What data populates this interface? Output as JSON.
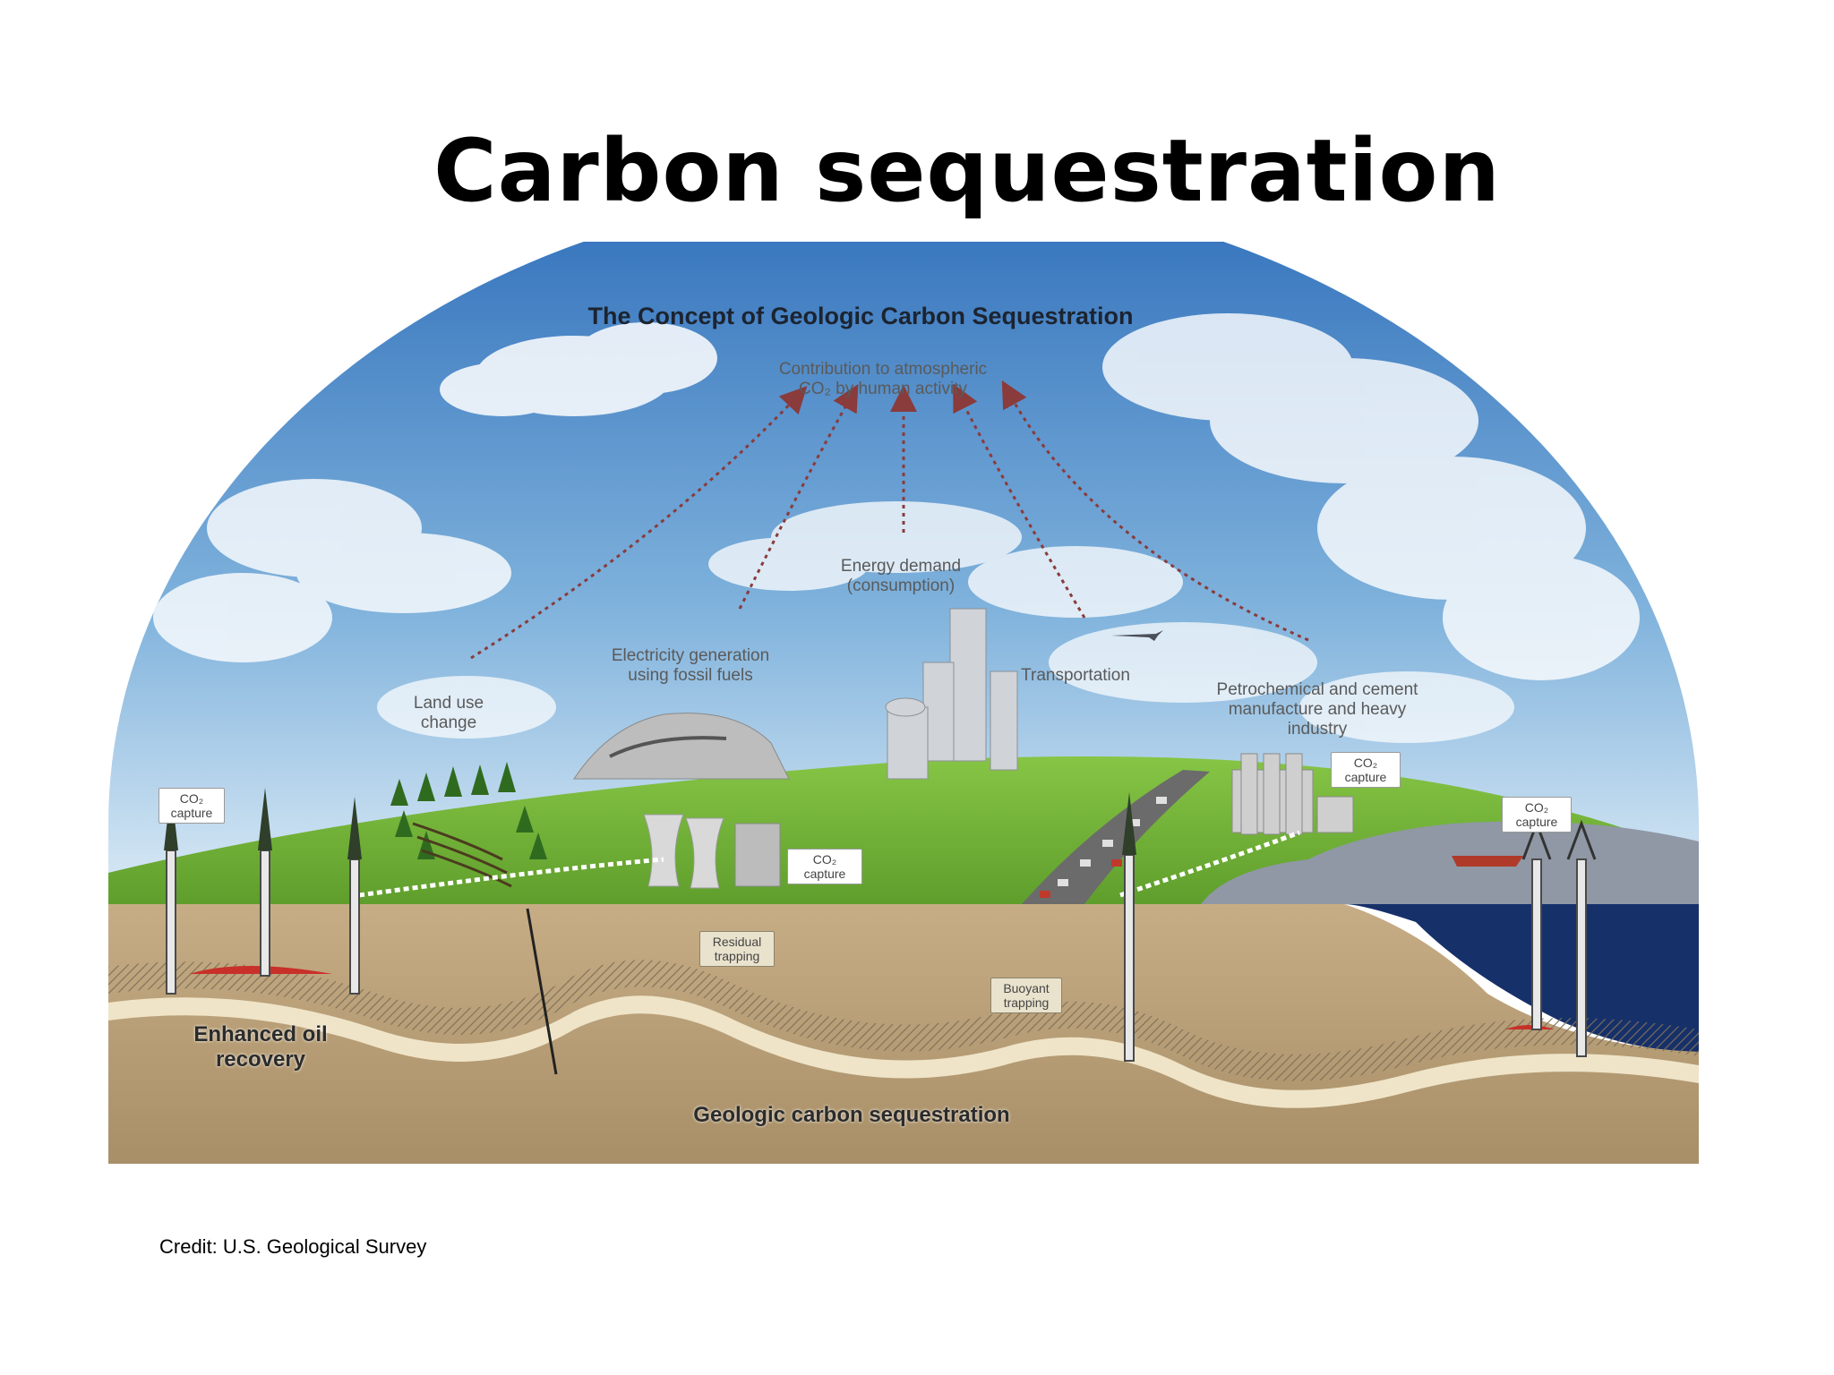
{
  "slide": {
    "title": "Carbon sequestration",
    "credit": "Credit: U.S. Geological Survey"
  },
  "figure": {
    "title": "The Concept of Geologic Carbon Sequestration",
    "atmosphere_label": "Contribution to atmospheric CO₂ by human activity",
    "sources": {
      "land_use": "Land use change",
      "electricity": "Electricity generation using fossil fuels",
      "energy_demand": "Energy demand (consumption)",
      "transportation": "Transportation",
      "industry": "Petrochemical and cement manufacture and heavy industry"
    },
    "capture_tags": {
      "left": "CO₂ capture",
      "power_plant": "CO₂ capture",
      "industry": "CO₂ capture",
      "offshore": "CO₂ capture"
    },
    "trapping": {
      "residual": "Residual trapping",
      "buoyant": "Buoyant trapping"
    },
    "enhanced_oil": "Enhanced oil recovery",
    "geologic": "Geologic carbon sequestration"
  },
  "colors": {
    "sky_top": "#3f7fc2",
    "sky_bottom": "#d8e9f5",
    "grass": "#74b33b",
    "ocean": "#16306a",
    "rock": "#b49a72",
    "arrow": "#8a3b3b"
  },
  "icons": [
    "cloud-icon",
    "tree-icon",
    "factory-icon",
    "cooling-tower-icon",
    "airplane-icon",
    "ship-icon",
    "oil-rig-icon",
    "well-icon"
  ]
}
